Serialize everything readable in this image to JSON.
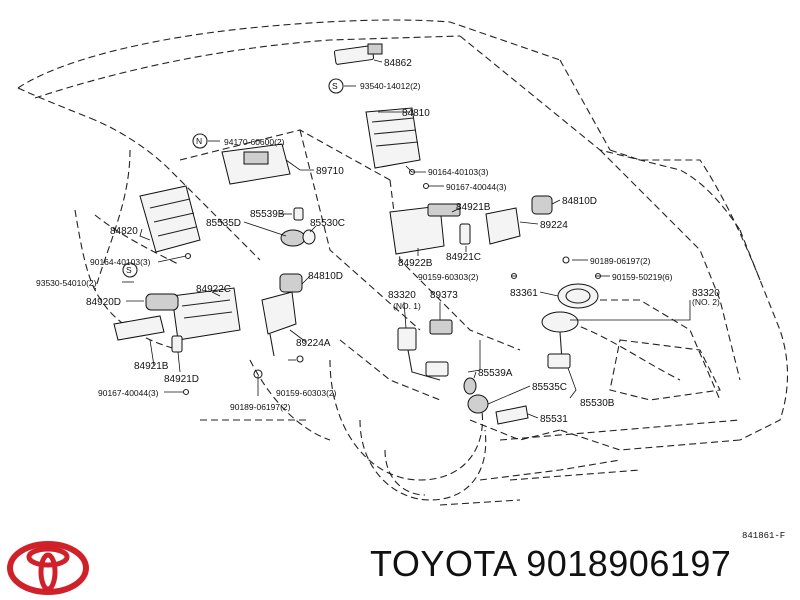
{
  "diagram": {
    "ref_code": "841861-F",
    "labels": {
      "p84862": "84862",
      "p93540": "93540-14012(2)",
      "p84810": "84810",
      "p94170": "94170-60600(2)",
      "p89710": "89710",
      "p90164a": "90164-40103(3)",
      "p90167a": "90167-40044(3)",
      "p84810D_top": "84810D",
      "p84921B_top": "84921B",
      "p89224": "89224",
      "p85539B": "85539B",
      "p85535D": "85535D",
      "p85530C": "85530C",
      "p84820": "84820",
      "p90164b": "90164-40103(3)",
      "p84922B": "84922B",
      "p84921C": "84921C",
      "p90189a": "90189-06197(2)",
      "p90159a": "90159-60303(2)",
      "p90159b": "90159-50219(6)",
      "p93530": "93530-54010(2)",
      "p84810D_mid": "84810D",
      "p84922C": "84922C",
      "p84920D": "84920D",
      "p83320a": "83320",
      "p83320a_sub": "(NO. 1)",
      "p89373": "89373",
      "p83361": "83361",
      "p83320b": "83320",
      "p83320b_sub": "(NO. 2)",
      "p89224A": "89224A",
      "p84921B_low": "84921B",
      "p84921D": "84921D",
      "p90167b": "90167-40044(3)",
      "p90159c": "90159-60303(2)",
      "p90189b": "90189-06197(2)",
      "p85539A": "85539A",
      "p85535C": "85535C",
      "p85531": "85531",
      "p85530B": "85530B"
    }
  },
  "brand": {
    "caption": "TOYOTA 9018906197"
  },
  "colors": {
    "logo_red": "#d0202a",
    "ink": "#111111"
  }
}
